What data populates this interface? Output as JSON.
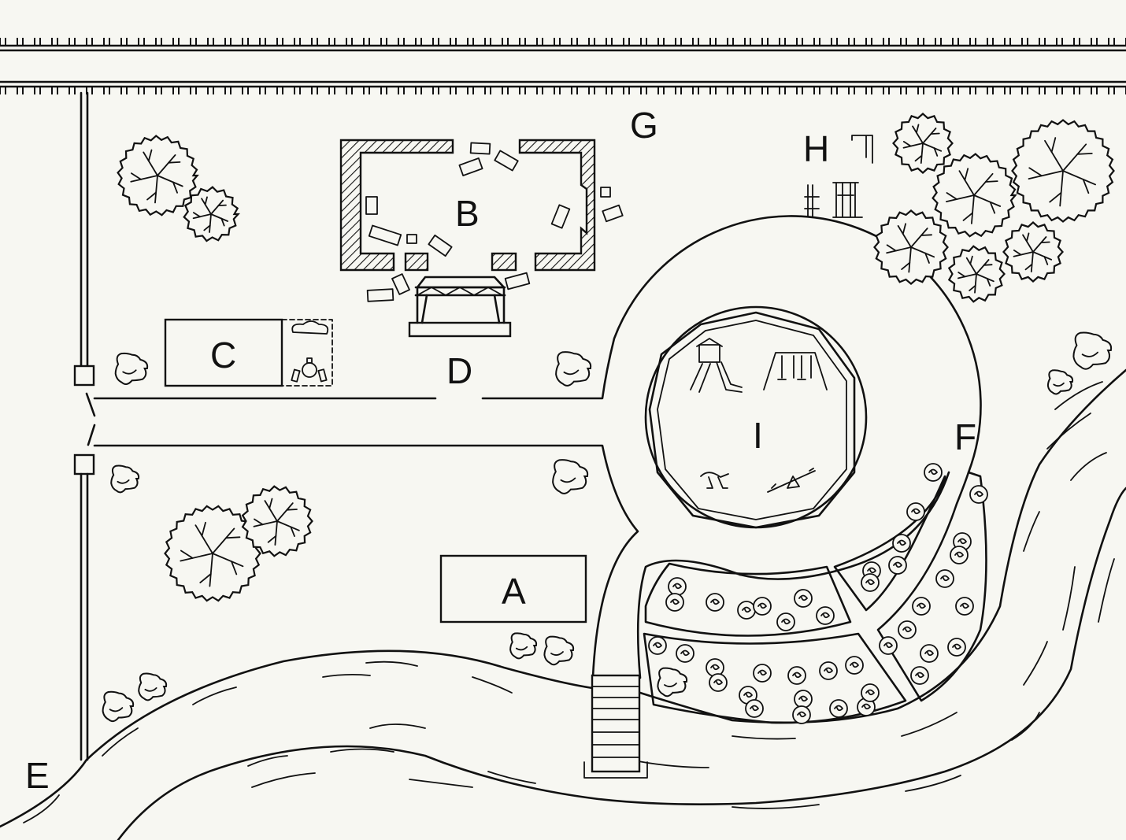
{
  "labels": {
    "a": "A",
    "b": "B",
    "c": "C",
    "d": "D",
    "e": "E",
    "f": "F",
    "g": "G",
    "h": "H",
    "i": "I"
  },
  "colors": {
    "ink": "#111111",
    "paper": "#f7f7f2"
  },
  "icons": [
    "railroad-track-icon",
    "tree-icon",
    "shrub-icon",
    "rose-bush-icon",
    "ruined-building-icon",
    "stage-icon",
    "playground-icon",
    "fitness-equipment-icon",
    "footbridge-icon",
    "river-icon"
  ]
}
